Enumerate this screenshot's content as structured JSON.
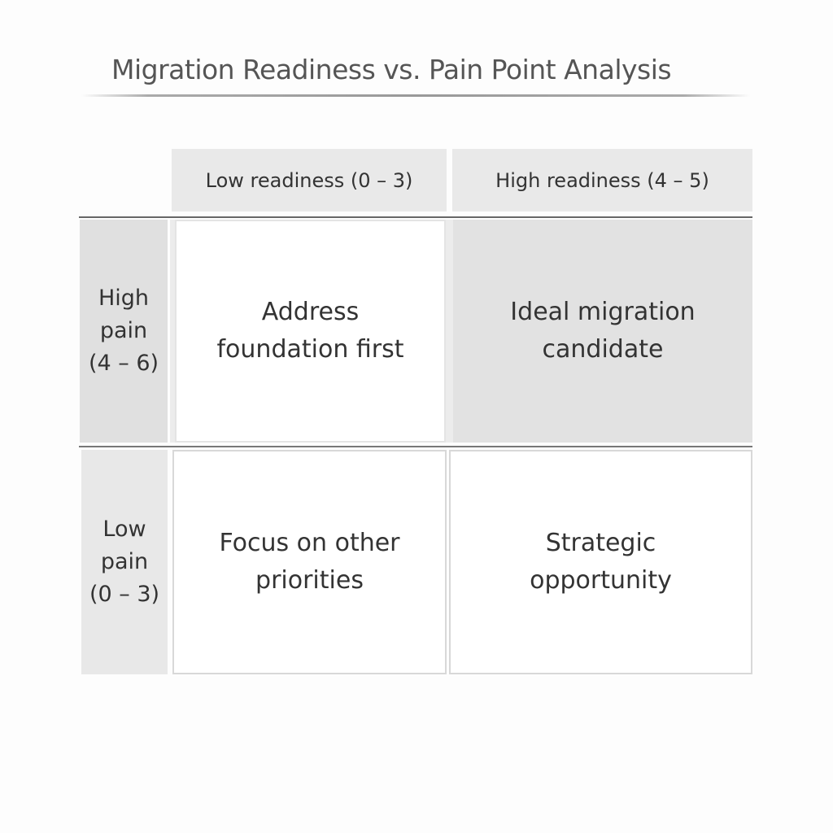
{
  "title": "Migration Readiness vs. Pain Point Analysis",
  "columns": [
    "Low readiness (0 – 3)",
    "High readiness (4 – 5)"
  ],
  "rows": [
    "High\npain\n(4 – 6)",
    "Low\npain\n(0 – 3)"
  ],
  "cells": [
    [
      "Address\nfoundation first",
      "Ideal migration\ncandidate"
    ],
    [
      "Focus on other\npriorities",
      "Strategic\nopportunity"
    ]
  ],
  "colors": {
    "highlight_cell": "#e2e2e2",
    "header_bg": "#e9e9e9",
    "rule": "#666666"
  }
}
